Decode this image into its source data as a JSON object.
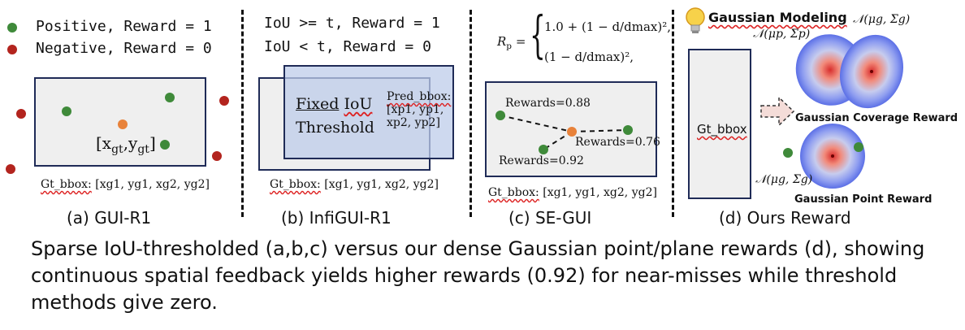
{
  "panel_a": {
    "legend_positive": "Positive, Reward = 1",
    "legend_negative": "Negative, Reward = 0",
    "center_label": "[x",
    "center_sub1": "gt",
    "center_mid": ",y",
    "center_sub2": "gt",
    "center_end": "]",
    "gt_bbox_prefix": "Gt_bbox:",
    "gt_bbox_coords": "[xg1, yg1, xg2, yg2]",
    "caption": "(a) GUI-R1"
  },
  "panel_b": {
    "line1": "IoU >= t, Reward = 1",
    "line2": "IoU < t, Reward = 0",
    "fixed": "Fixed",
    "iou": "IoU",
    "threshold": "Threshold",
    "pred_bbox": "Pred_bbox:",
    "pred_line1": "[xp1, yp1,",
    "pred_line2": "xp2, yp2]",
    "gt_bbox_prefix": "Gt_bbox:",
    "gt_bbox_coords": "[xg1, yg1, xg2, yg2]",
    "caption": "(b) InfiGUI-R1"
  },
  "panel_c": {
    "formula_lhs": "R",
    "formula_lhs_sub": "p",
    "formula_eq": "=",
    "formula_line1": "1.0 + (1 − d/dmax)²,",
    "formula_line2": "(1 − d/dmax)²,",
    "reward1": "Rewards=0.88",
    "reward2": "Rewards=0.76",
    "reward3": "Rewards=0.92",
    "gt_bbox_prefix": "Gt_bbox:",
    "gt_bbox_coords": "[xg1, yg1, xg2, yg2]",
    "caption": "(c) SE-GUI"
  },
  "panel_d": {
    "title": "Gaussian Modeling",
    "n_g_top": "𝒩(μg, Σg)",
    "n_p": "𝒩(μp, Σp)",
    "gt_bbox": "Gt_bbox",
    "coverage_label": "Gaussian Coverage Reward",
    "n_g_bottom": "𝒩(μg, Σg)",
    "point_label": "Gaussian Point Reward",
    "caption": "(d) Ours Reward"
  },
  "description": "Sparse IoU-thresholded (a,b,c) versus our dense Gaussian point/plane rewards (d), showing continuous spatial feedback yields higher rewards (0.92) for near-misses while threshold methods give zero.",
  "colors": {
    "positive": "#3f8a3a",
    "negative": "#b3241e",
    "center": "#e8823a",
    "box_border": "#1f2b57",
    "pred_fill": "#c9d3ec"
  }
}
